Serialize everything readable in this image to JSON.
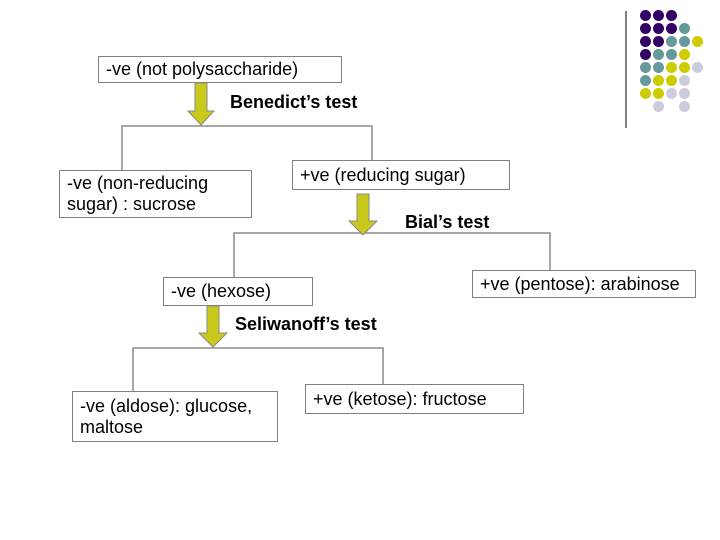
{
  "flowchart": {
    "boxes": [
      {
        "id": "not-polysaccharide",
        "label": "-ve (not polysaccharide)"
      },
      {
        "id": "non-reducing-sugar",
        "label": "-ve (non-reducing sugar) : sucrose"
      },
      {
        "id": "reducing-sugar",
        "label": "+ve (reducing sugar)"
      },
      {
        "id": "hexose",
        "label": "-ve (hexose)"
      },
      {
        "id": "pentose",
        "label": "+ve (pentose): arabinose"
      },
      {
        "id": "aldose",
        "label": "-ve (aldose): glucose, maltose"
      },
      {
        "id": "ketose",
        "label": "+ve (ketose): fructose"
      }
    ],
    "tests": [
      {
        "id": "benedicts",
        "label": "Benedict’s test"
      },
      {
        "id": "bials",
        "label": "Bial’s test"
      },
      {
        "id": "seliwanoffs",
        "label": "Seliwanoff’s test"
      }
    ]
  },
  "colors": {
    "background": "#ffffff",
    "text": "#000000",
    "box_border": "#808080",
    "connector": "#8c8c8c",
    "arrow_fill": "#c9c91c",
    "arrow_stroke": "#8a8a8a"
  },
  "decoration": {
    "divider_color": "#808080",
    "dot_grid": {
      "pitch": 13,
      "diameter": 11,
      "rows": [
        "PPP..",
        "PPPT.",
        "PPTTY",
        "PTTY.",
        "TTYYG",
        "TYYG.",
        "YYGG.",
        ".G.G."
      ],
      "palette": {
        "P": "#330066",
        "T": "#669999",
        "Y": "#cccc00",
        "G": "#ccccdd"
      }
    }
  }
}
